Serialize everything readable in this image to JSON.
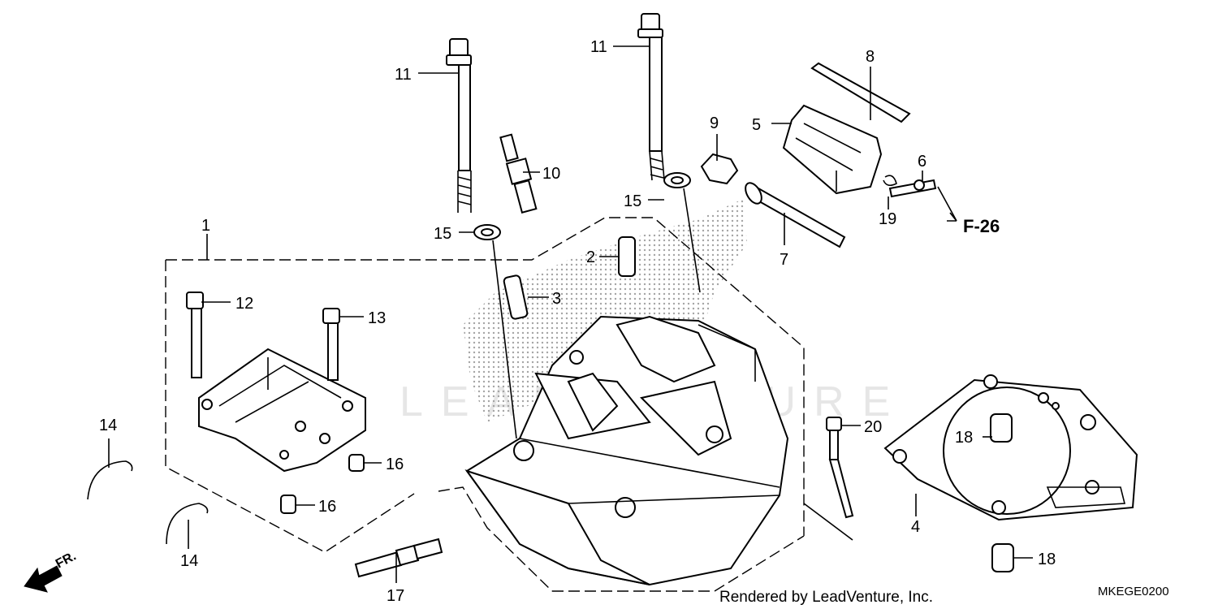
{
  "diagram": {
    "watermark": "LEADVENTURE",
    "colors": {
      "line": "#000000",
      "dots": "#9a9a9a",
      "watermark": "#e6e6e6"
    },
    "callouts": [
      {
        "id": "1",
        "text": "1"
      },
      {
        "id": "2",
        "text": "2"
      },
      {
        "id": "3",
        "text": "3"
      },
      {
        "id": "4",
        "text": "4"
      },
      {
        "id": "5",
        "text": "5"
      },
      {
        "id": "6",
        "text": "6"
      },
      {
        "id": "7",
        "text": "7"
      },
      {
        "id": "8",
        "text": "8"
      },
      {
        "id": "9",
        "text": "9"
      },
      {
        "id": "10",
        "text": "10"
      },
      {
        "id": "11a",
        "text": "11"
      },
      {
        "id": "11b",
        "text": "11"
      },
      {
        "id": "12",
        "text": "12"
      },
      {
        "id": "13",
        "text": "13"
      },
      {
        "id": "14a",
        "text": "14"
      },
      {
        "id": "14b",
        "text": "14"
      },
      {
        "id": "15a",
        "text": "15"
      },
      {
        "id": "15b",
        "text": "15"
      },
      {
        "id": "16a",
        "text": "16"
      },
      {
        "id": "16b",
        "text": "16"
      },
      {
        "id": "17",
        "text": "17"
      },
      {
        "id": "18a",
        "text": "18"
      },
      {
        "id": "18b",
        "text": "18"
      },
      {
        "id": "19",
        "text": "19"
      },
      {
        "id": "20",
        "text": "20"
      }
    ],
    "reference": "F-26",
    "front_label": "FR.",
    "credit": "Rendered by LeadVenture, Inc.",
    "diagram_code": "MKEGE0200"
  }
}
